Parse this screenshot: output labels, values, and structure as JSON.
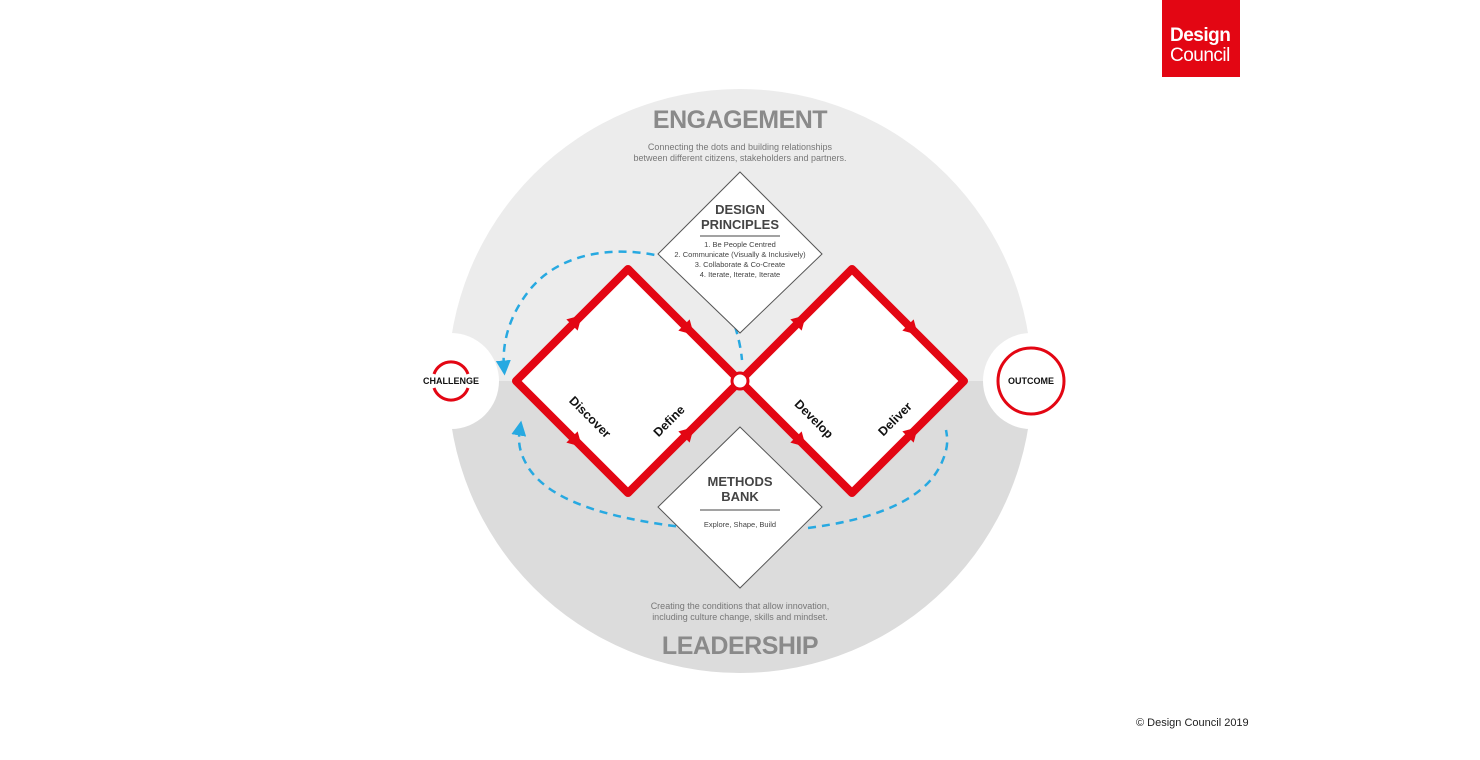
{
  "logo": {
    "line1": "Design",
    "line2": "Council"
  },
  "engagement": {
    "title": "ENGAGEMENT",
    "desc_line1": "Connecting the dots and building relationships",
    "desc_line2": "between different citizens, stakeholders and partners."
  },
  "leadership": {
    "title": "LEADERSHIP",
    "desc_line1": "Creating the conditions that allow innovation,",
    "desc_line2": "including culture change, skills and mindset."
  },
  "design_principles": {
    "title_line1": "DESIGN",
    "title_line2": "PRINCIPLES",
    "items": [
      "1. Be People Centred",
      "2. Communicate (Visually & Inclusively)",
      "3. Collaborate & Co-Create",
      "4. Iterate, Iterate, Iterate"
    ]
  },
  "methods_bank": {
    "title_line1": "METHODS",
    "title_line2": "BANK",
    "subtitle": "Explore, Shape, Build"
  },
  "stages": {
    "discover": "Discover",
    "define": "Define",
    "develop": "Develop",
    "deliver": "Deliver"
  },
  "nodes": {
    "challenge": "CHALLENGE",
    "outcome": "OUTCOME"
  },
  "colors": {
    "red": "#e30613",
    "blue": "#27a9e1",
    "top_grey": "#ececec",
    "bottom_grey": "#dcdcdc"
  },
  "copyright": "© Design Council 2019"
}
